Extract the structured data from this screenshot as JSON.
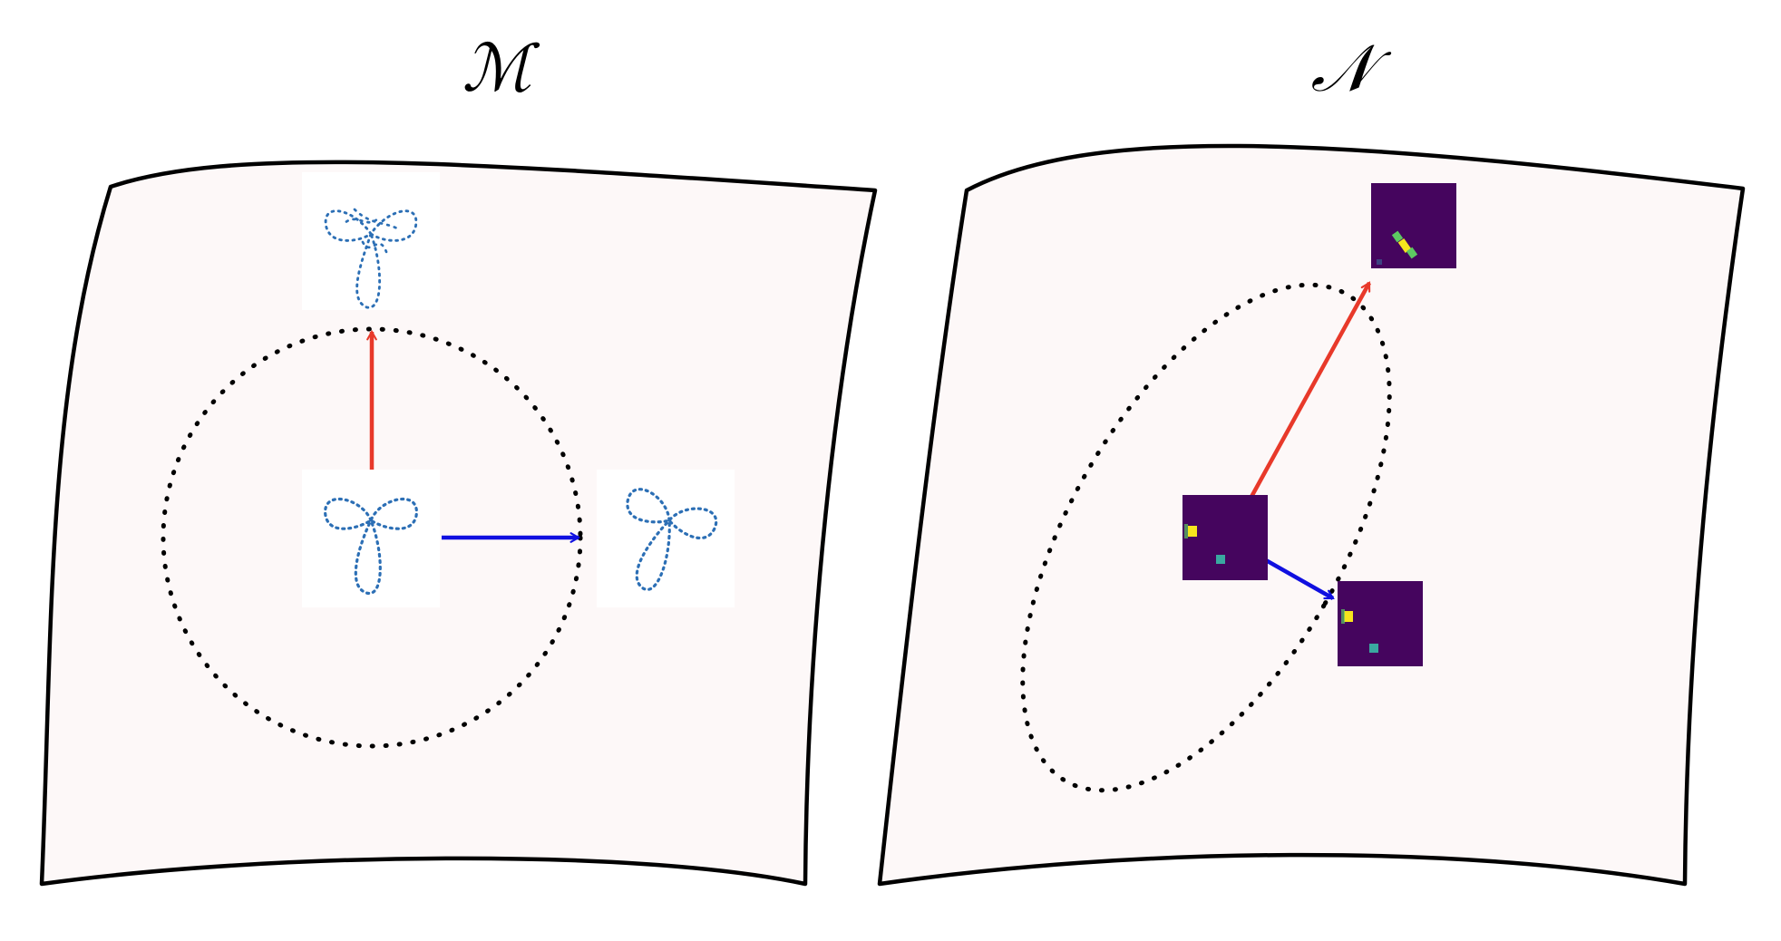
{
  "panels": [
    {
      "title": "ℳ"
    },
    {
      "title": "𝒩"
    }
  ],
  "colors": {
    "manifold_fill": "#fdf8f8",
    "outline": "#000000",
    "arrow_up": "#e8392a",
    "arrow_right": "#1010e0",
    "curve_blue": "#2c6fb5",
    "heatmap_bg": "#45055e",
    "heatmap_hot_yellow": "#f6e51d",
    "heatmap_hot_green": "#5dc962",
    "heatmap_hot_teal": "#3aa8a0"
  },
  "icons": [
    "trefoil-curve",
    "noisy-trefoil-curve",
    "heatmap-two-dots",
    "heatmap-elongated-dot"
  ]
}
